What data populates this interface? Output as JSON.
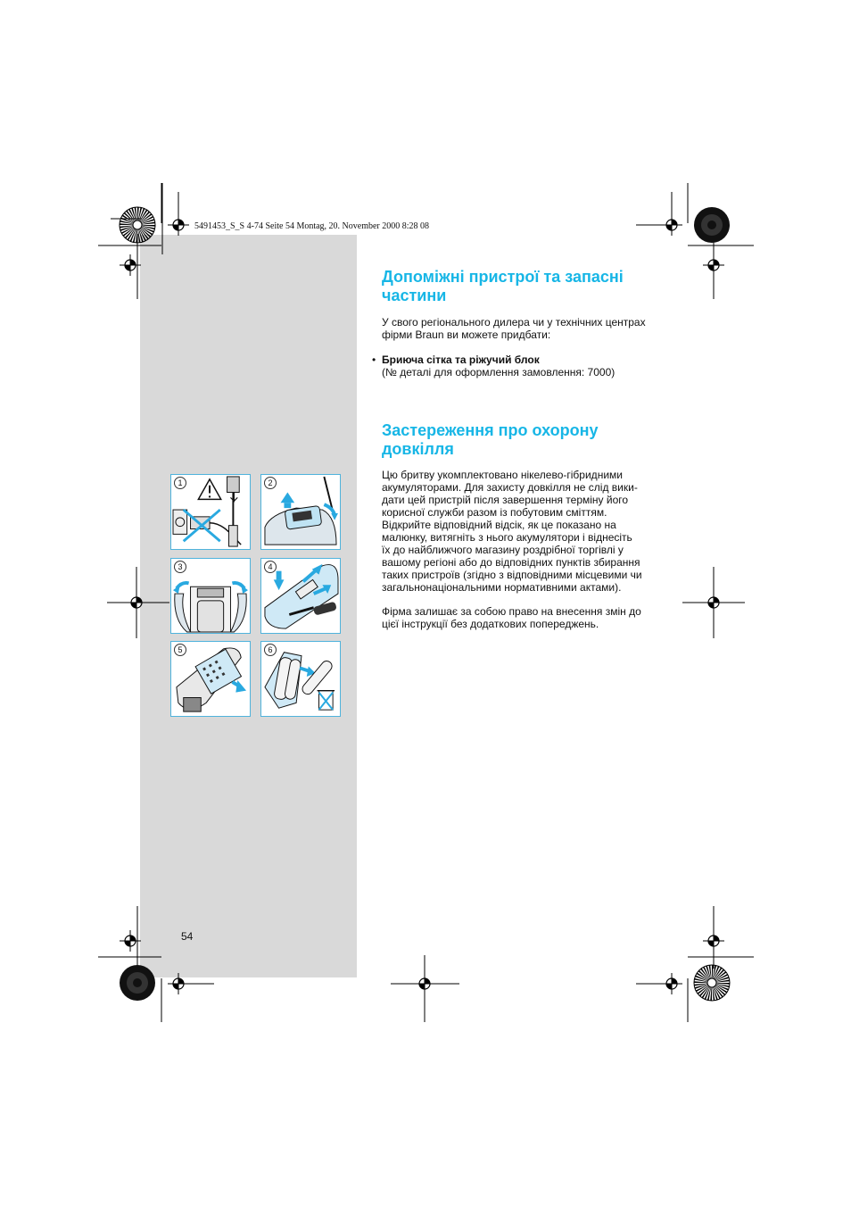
{
  "header": {
    "print_line": "5491453_S_S 4-74  Seite 54  Montag, 20. November 2000  8:28 08"
  },
  "section1": {
    "title_line1": "Допоміжні пристрої та запасні",
    "title_line2": "частини",
    "intro_line1": "У свого регіонального дилера чи у технічних центрах",
    "intro_line2": "фірми Braun ви можете придбати:",
    "bullet": "•",
    "bullet_title": "Бриюча сітка та ріжучий блок",
    "bullet_detail": "(№ деталі для оформлення замовлення: 7000)"
  },
  "section2": {
    "title_line1": "Застереження про охорону",
    "title_line2": "довкілля",
    "para1": [
      "Цю бритву укомплектовано нікелево-гібридними",
      "акумуляторами. Для захисту довкілля не слід вики-",
      "дати цей пристрій після завершення терміну його",
      "корисної служби разом із побутовим сміттям.",
      "Відкрийте відповідний відсік, як це показано на",
      "малюнку, витягніть з нього акумулятори і віднесіть",
      "їх до найближчого магазину роздрібної торгівлі у",
      "вашому регіоні або до відповідних пунктів збирання",
      "таких пристроїв (згідно з відповідними місцевими чи",
      "загальнонаціональними нормативними актами)."
    ],
    "para2": [
      "Фірма залишає за собою право на внесення змін до",
      "цієї інструкції без додаткових попереджень."
    ]
  },
  "figures": {
    "labels": [
      "1",
      "2",
      "3",
      "4",
      "5",
      "6"
    ]
  },
  "page_number": "54",
  "colors": {
    "heading": "#17b6e6",
    "accent": "#29a9e0",
    "panel": "#d9d9d9"
  }
}
